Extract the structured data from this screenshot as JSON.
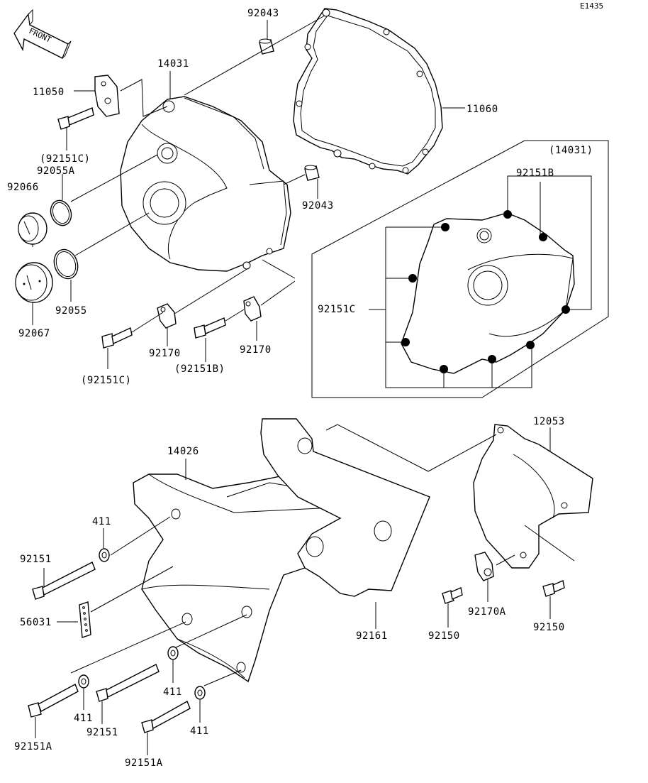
{
  "diagram": {
    "code": "E1435",
    "front_arrow": "FRONT",
    "labels": {
      "p92043_top": "92043",
      "p14031": "14031",
      "p11050": "11050",
      "p11060": "11060",
      "p92151C_a": "(92151C)",
      "p92055A": "92055A",
      "p92066": "92066",
      "p92043_mid": "92043",
      "p92055": "92055",
      "p92067": "92067",
      "p92170_a": "92170",
      "p92170_b": "92170",
      "p92151C_b": "(92151C)",
      "p92151B_a": "(92151B)",
      "inset_title": "(14031)",
      "inset_92151B": "92151B",
      "inset_92151C": "92151C",
      "p12053": "12053",
      "p14026": "14026",
      "p411_a": "411",
      "p92151_a": "92151",
      "p56031": "56031",
      "p92161": "92161",
      "p92170A": "92170A",
      "p92150_a": "92150",
      "p92150_b": "92150",
      "p411_b": "411",
      "p411_c": "411",
      "p411_d": "411",
      "p92151A_a": "92151A",
      "p92151_b": "92151",
      "p92151A_b": "92151A"
    }
  }
}
